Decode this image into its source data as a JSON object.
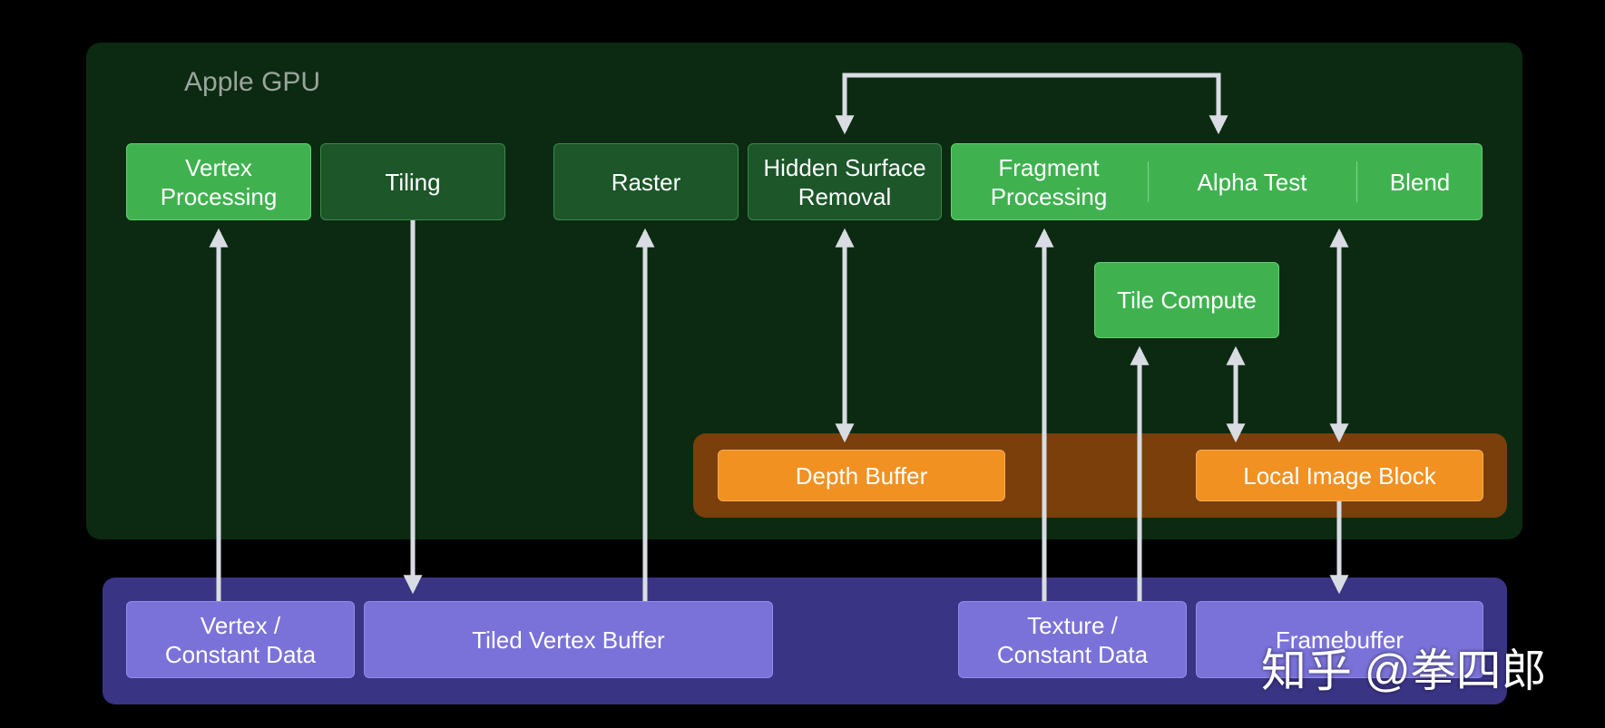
{
  "gpu_label": "Apple GPU",
  "boxes": {
    "vertex_processing": "Vertex\nProcessing",
    "tiling": "Tiling",
    "raster": "Raster",
    "hidden_surface_removal": "Hidden Surface\nRemoval",
    "fragment_processing": "Fragment\nProcessing",
    "alpha_test": "Alpha Test",
    "blend": "Blend",
    "tile_compute": "Tile Compute",
    "depth_buffer": "Depth Buffer",
    "local_image_block": "Local Image Block",
    "vertex_constant_data": "Vertex /\nConstant Data",
    "tiled_vertex_buffer": "Tiled Vertex Buffer",
    "texture_constant_data": "Texture /\nConstant Data",
    "framebuffer": "Framebuffer"
  },
  "watermark": "知乎 @拳四郎",
  "colors": {
    "gpu_region": "#0c2a12",
    "active_stage": "#3fb24f",
    "fixed_stage": "#1c5629",
    "tile_memory": "#f19121",
    "device_memory": "#7a72d8",
    "arrow": "#d9dde3"
  }
}
